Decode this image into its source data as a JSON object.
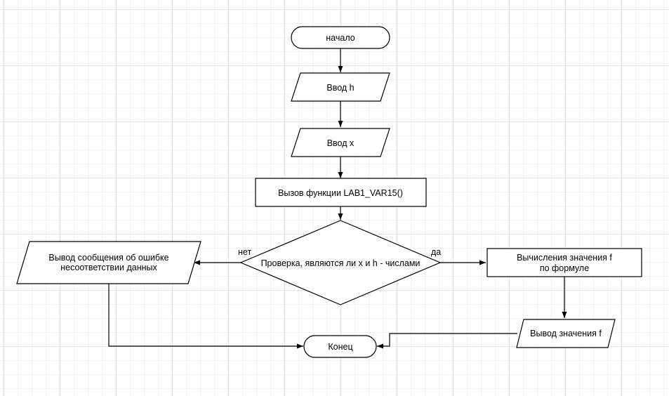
{
  "diagram": {
    "nodes": {
      "start": {
        "text": "начало"
      },
      "input_h": {
        "text": "Ввод h"
      },
      "input_x": {
        "text": "Ввод x"
      },
      "call_func": {
        "text": "Вызов функции LAB1_VAR15()"
      },
      "check": {
        "text": "Проверка, являются ли x и h - числами"
      },
      "error_msg": {
        "line1": "Вывод сообщения об ошибке",
        "line2": "несоответствии данных"
      },
      "compute": {
        "line1": "Вычисления значения f",
        "line2": "по формуле"
      },
      "output_f": {
        "text": "Вывод значения f"
      },
      "end": {
        "text": "Конец"
      }
    },
    "edges": {
      "no_label": "нет",
      "yes_label": "да"
    }
  }
}
